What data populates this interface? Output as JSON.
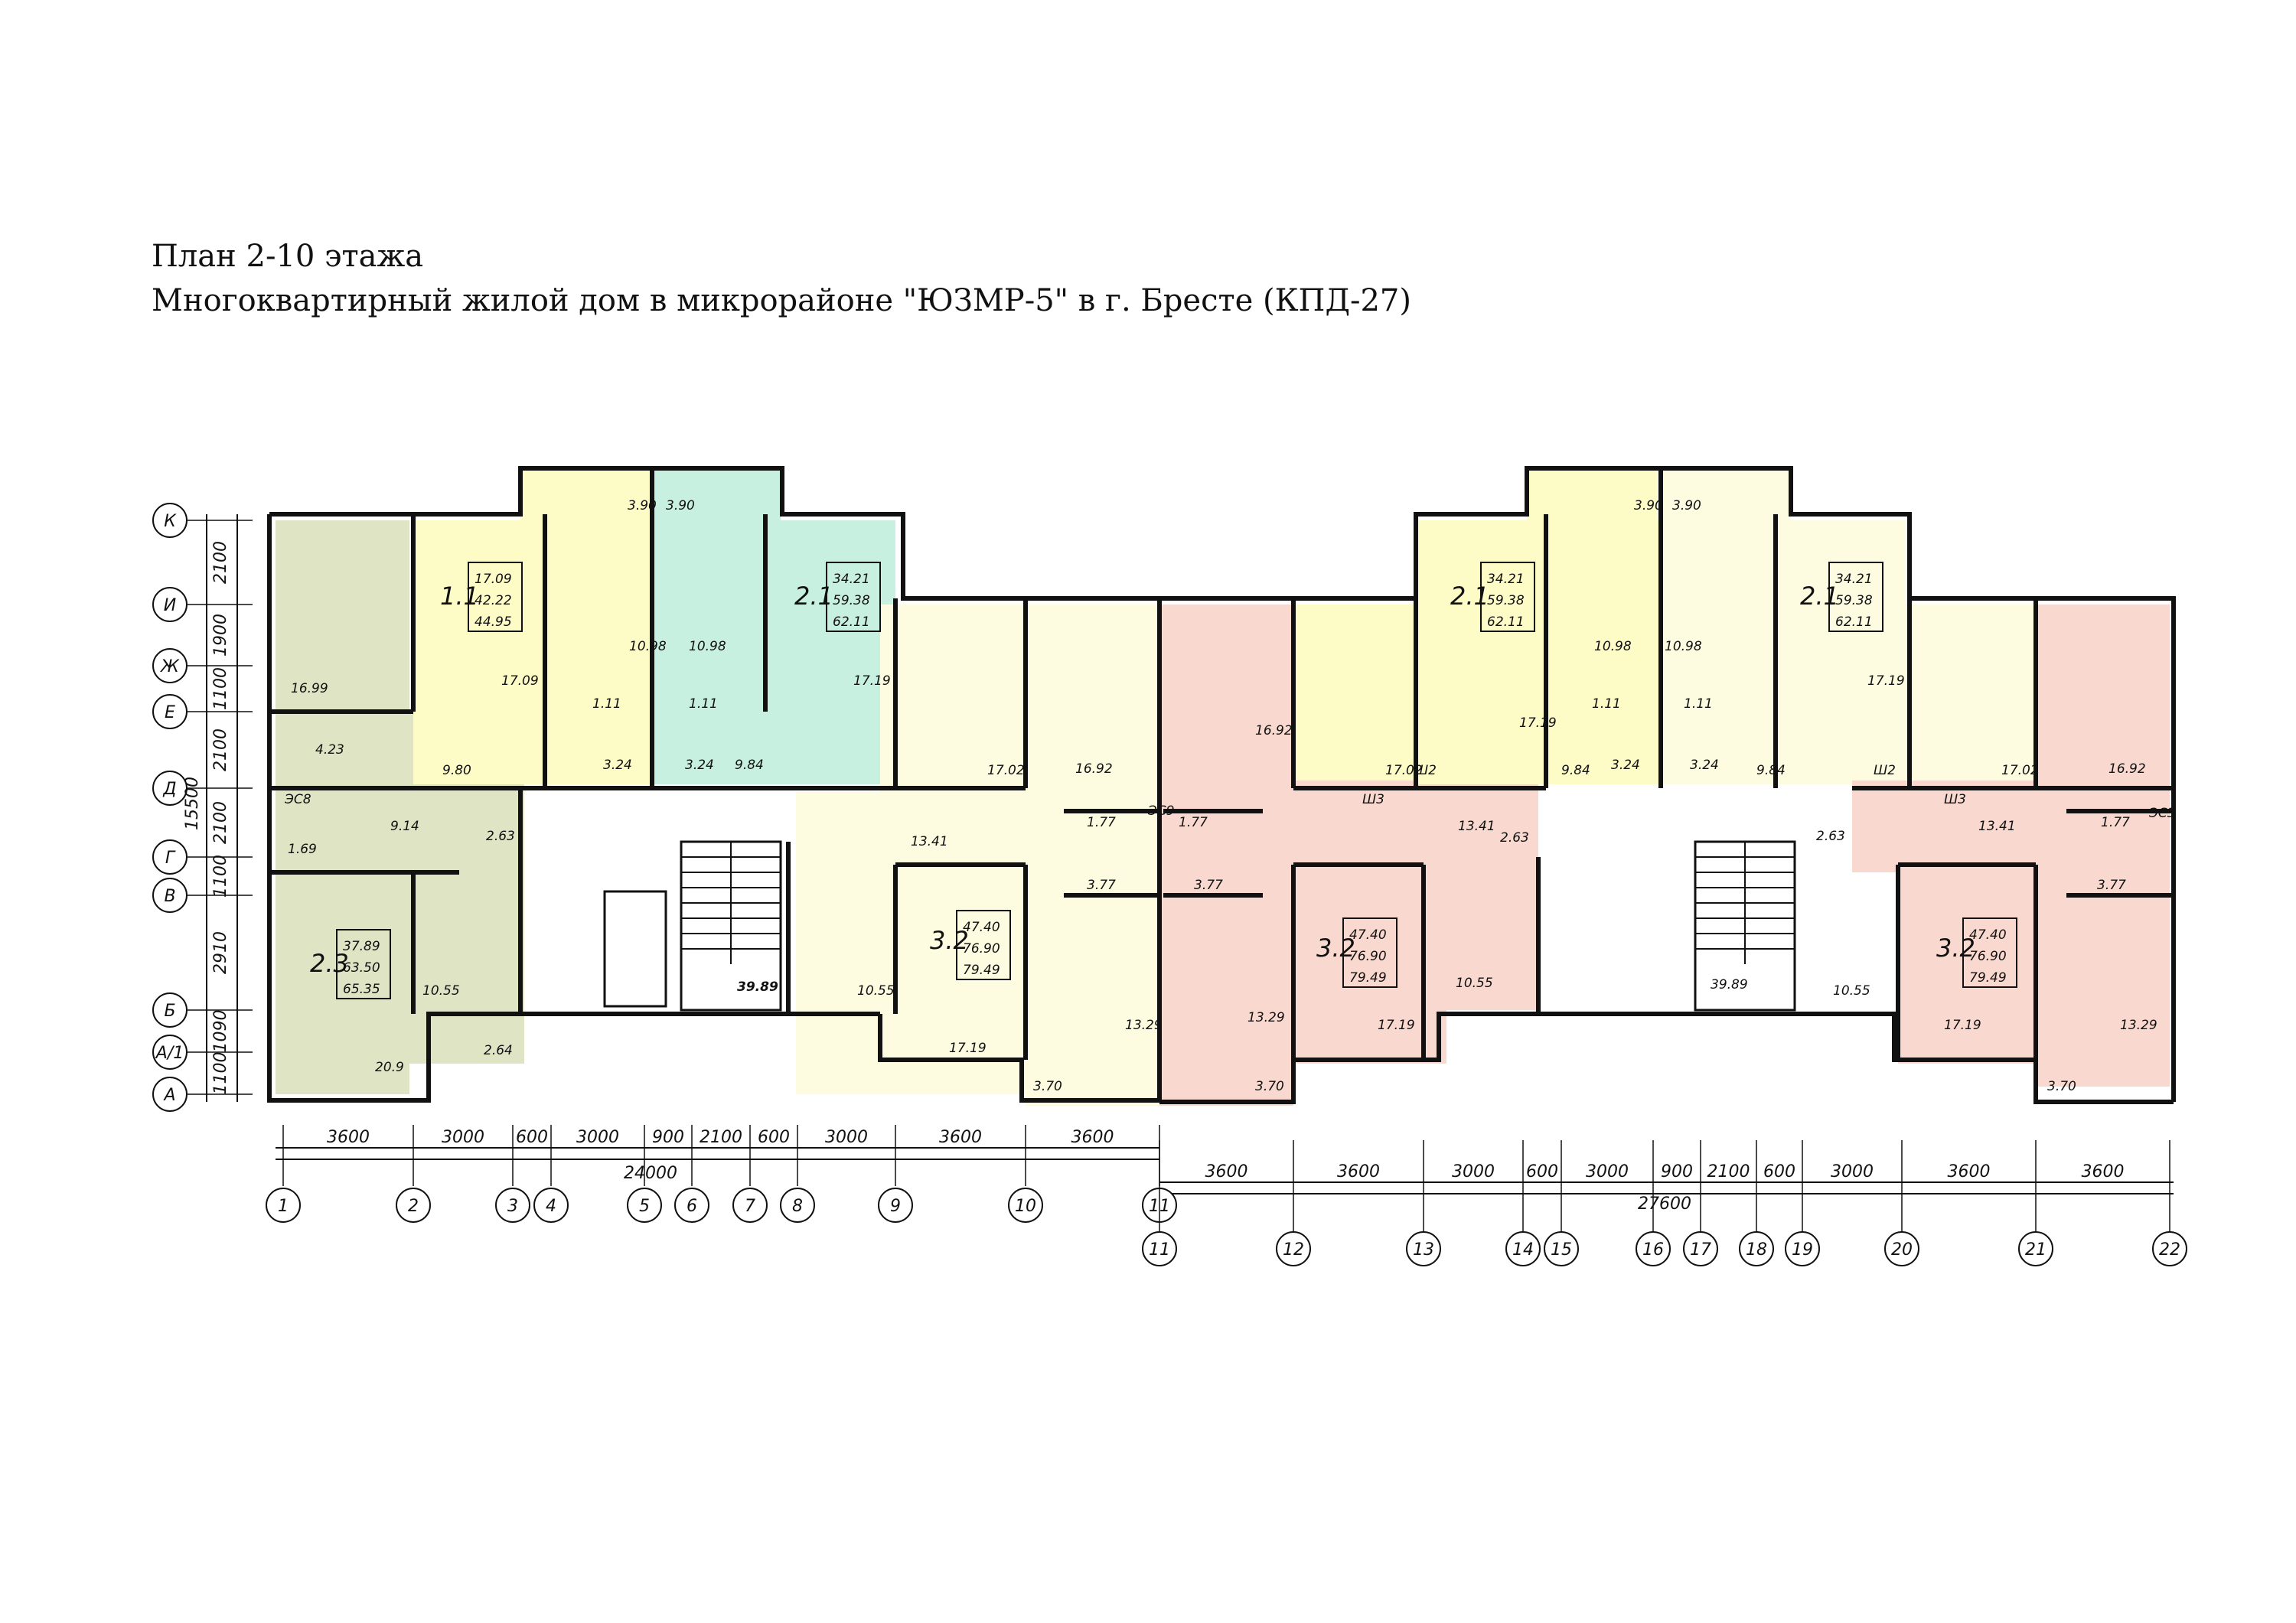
{
  "title_line1": "План 2-10 этажа",
  "title_line2": "Многоквартирный жилой дом в микрорайоне \"ЮЗМР-5\" в г. Бресте (КПД-27)",
  "colors": {
    "olive": "#dfe4c4",
    "yellow": "#fdfbc6",
    "mint": "#c8f0e0",
    "pink": "#f9d9cf",
    "light_yellow": "#fdfce0",
    "wall": "#111111"
  },
  "axes_letters": [
    "К",
    "И",
    "Ж",
    "Е",
    "Д",
    "Г",
    "В",
    "Б",
    "А/1",
    "А"
  ],
  "axes_letters_dims": [
    "2100",
    "1900",
    "1100",
    "2100",
    "2100",
    "1100",
    "2910",
    "1090",
    "1100"
  ],
  "overall_vertical_dim": "15500",
  "axes_numbers_left": [
    "1",
    "2",
    "3",
    "4",
    "5",
    "6",
    "7",
    "8",
    "9",
    "10",
    "11"
  ],
  "axes_numbers_right": [
    "11",
    "12",
    "13",
    "14",
    "15",
    "16",
    "17",
    "18",
    "19",
    "20",
    "21",
    "22"
  ],
  "dims_left": [
    "3600",
    "3000",
    "600",
    "3000",
    "900",
    "2100",
    "600",
    "3000",
    "3600",
    "3600"
  ],
  "dims_right": [
    "3600",
    "3600",
    "3000",
    "600",
    "3000",
    "900",
    "2100",
    "600",
    "3000",
    "3600",
    "3600"
  ],
  "overall_left": "24000",
  "overall_right": "27600",
  "apartments": [
    {
      "type": "1.1",
      "areas": [
        "17.09",
        "42.22",
        "44.95"
      ]
    },
    {
      "type": "2.1",
      "areas": [
        "34.21",
        "59.38",
        "62.11"
      ]
    },
    {
      "type": "2.3",
      "areas": [
        "37.89",
        "63.50",
        "65.35"
      ]
    },
    {
      "type": "3.2",
      "areas": [
        "47.40",
        "76.90",
        "79.49"
      ]
    },
    {
      "type": "3.2",
      "areas": [
        "47.40",
        "76.90",
        "79.49"
      ]
    },
    {
      "type": "2.1",
      "areas": [
        "34.21",
        "59.38",
        "62.11"
      ]
    },
    {
      "type": "2.1",
      "areas": [
        "34.21",
        "59.38",
        "62.11"
      ]
    },
    {
      "type": "3.2",
      "areas": [
        "47.40",
        "76.90",
        "79.49"
      ]
    }
  ],
  "room_labels": [
    "3.90",
    "3.90",
    "3.90",
    "3.90",
    "16.99",
    "17.09",
    "10.98",
    "10.98",
    "17.19",
    "17.02",
    "16.92",
    "4.23",
    "9.80",
    "1.11",
    "1.11",
    "3.24",
    "3.24",
    "9.84",
    "ЭС8",
    "1.69",
    "9.14",
    "2.63",
    "13.41",
    "1.77",
    "1.77",
    "ЭС9",
    "3.77",
    "3.77",
    "10.55",
    "39.89",
    "10.55",
    "17.19",
    "13.29",
    "2.64",
    "20.9",
    "10.55",
    "13.29",
    "17.19",
    "3.70",
    "3.70",
    "16.92",
    "13.41",
    "2.63",
    "17.02",
    "17.19",
    "10.98",
    "10.98",
    "17.19",
    "9.84",
    "3.24",
    "1.11",
    "1.11",
    "3.24",
    "9.84",
    "17.02",
    "Ш2",
    "Ш3",
    "Ш2",
    "Ш3",
    "2.63",
    "13.41",
    "1.77",
    "ЭС3",
    "3.77",
    "39.89",
    "10.55",
    "17.19",
    "13.29",
    "3.70",
    "16.92"
  ]
}
